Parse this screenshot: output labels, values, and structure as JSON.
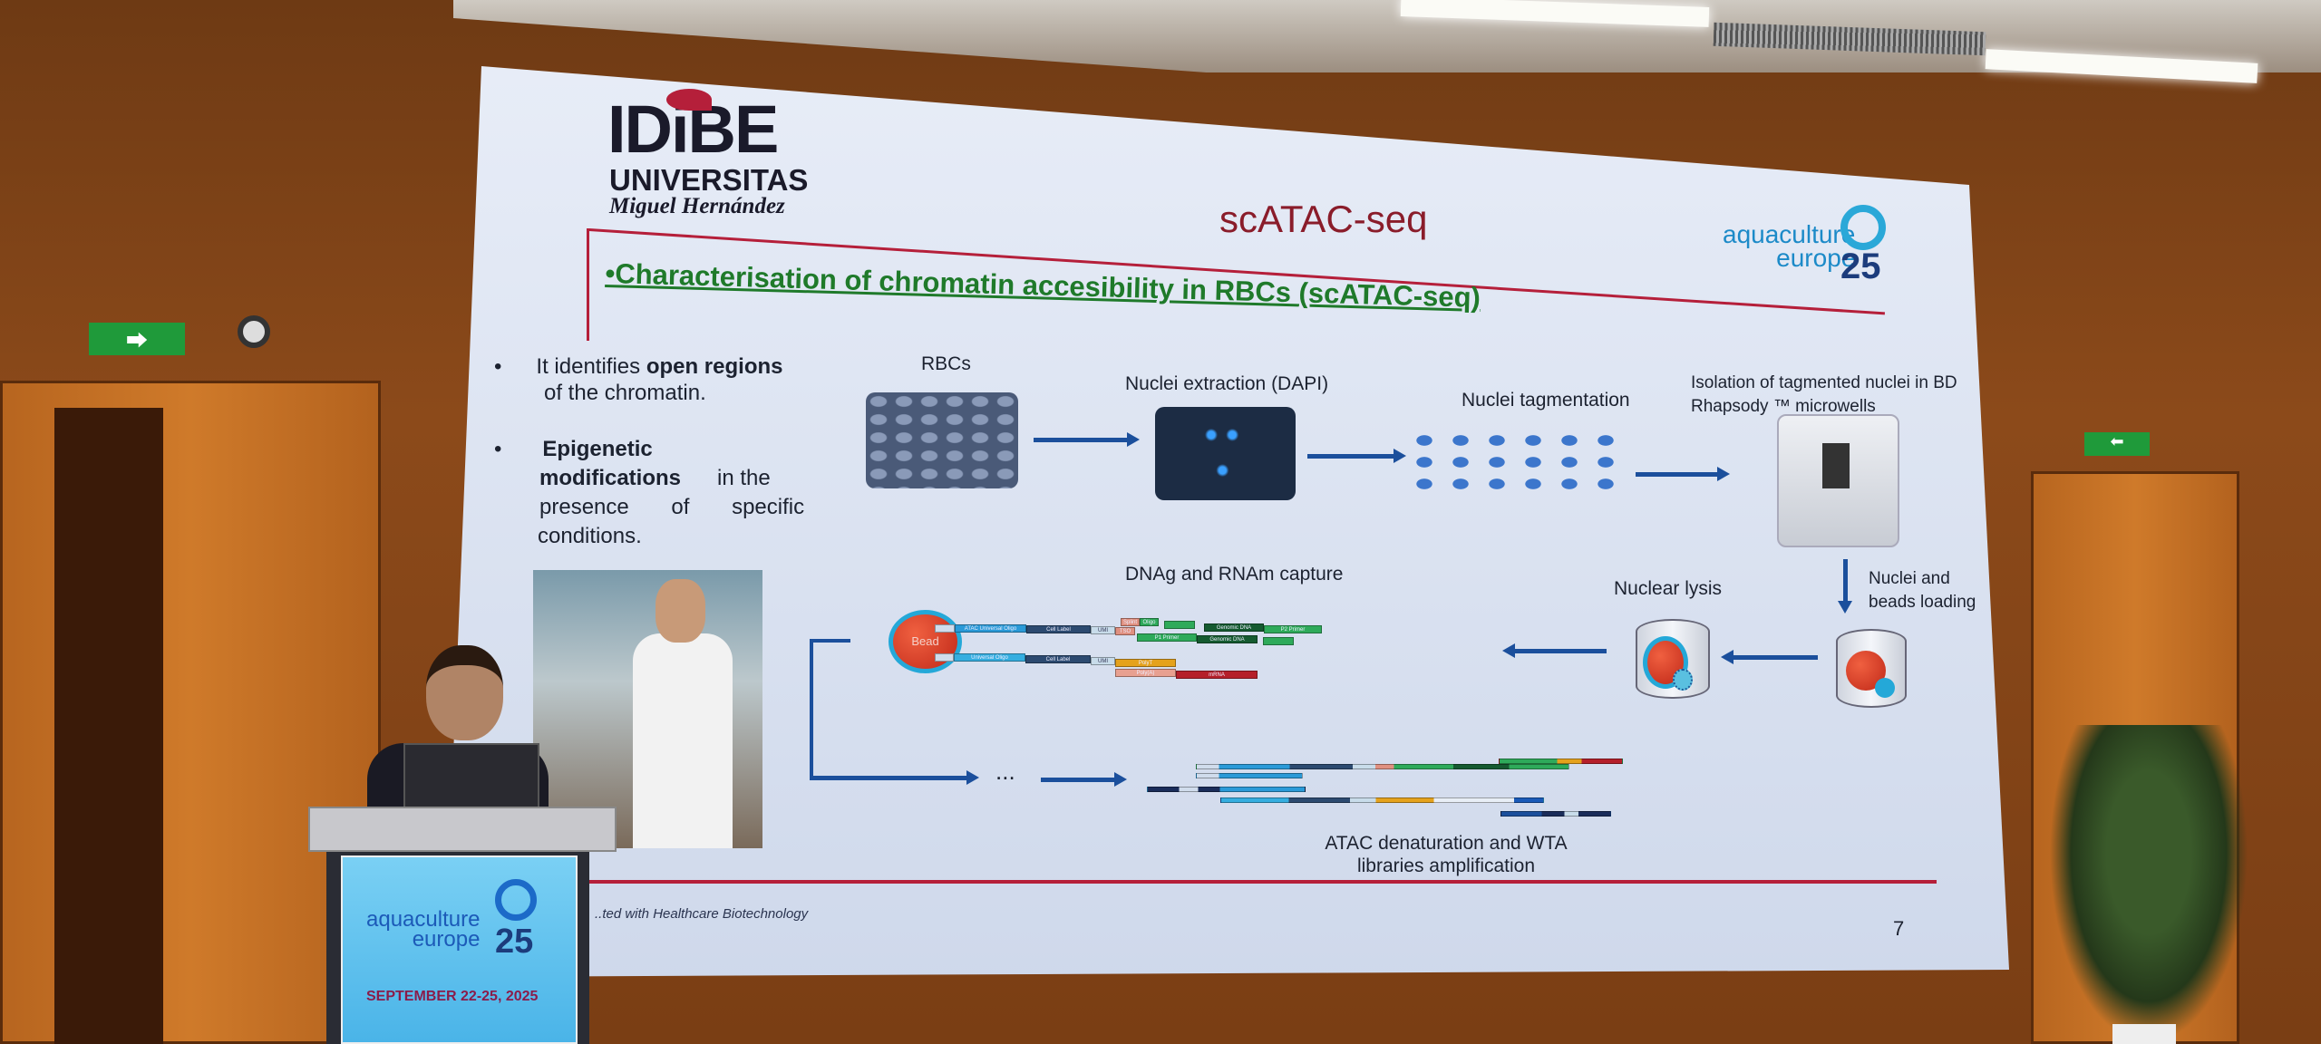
{
  "slide": {
    "logo_left": {
      "name": "IDiBE",
      "line2": "UNIVERSITAS",
      "line3": "Miguel Hernández"
    },
    "title": "scATAC-seq",
    "logo_right": {
      "line1": "aquaculture",
      "line2": "europe",
      "number": "25"
    },
    "heading": "•Characterisation of chromatin accesibility in RBCs (scATAC-seq)",
    "bullets": [
      {
        "lines": [
          "It identifies ",
          "open regions",
          "of the chromatin."
        ]
      },
      {
        "lines": [
          "Epigenetic",
          "modifications",
          "in the",
          "presence of specific",
          "conditions."
        ]
      }
    ],
    "workflow": {
      "step1": "RBCs",
      "step2": "Nuclei extraction (DAPI)",
      "step3": "Nuclei tagmentation",
      "step4_line1": "Isolation of tagmented nuclei in BD",
      "step4_line2": "Rhapsody ™  microwells",
      "step5_line1": "Nuclei and",
      "step5_line2": "beads loading",
      "step6": "Nuclear lysis",
      "step7": "DNAg and RNAm capture",
      "step8_line1": "ATAC denaturation and WTA",
      "step8_line2": "libraries amplification",
      "ellipsis": "...",
      "bead_label": "Bead",
      "bar_labels": {
        "atac_oligo": "ATAC Universal Oligo",
        "cell_label": "Cell Label",
        "umi": "UMI",
        "tso": "TSO",
        "splint": "Splint",
        "oligo": "Oligo",
        "genomic_dna": "Genomic DNA",
        "p1": "P1 Primer",
        "p2": "P2 Primer",
        "universal_oligo": "Universal Oligo",
        "polyt": "PolyT",
        "polya": "Poly(A)",
        "mrna": "mRNA"
      }
    },
    "footer": "..ted with Healthcare Biotechnology",
    "page_number": "7"
  },
  "podium": {
    "line1": "aquaculture",
    "line2": "europe",
    "number": "25",
    "dates": "SEPTEMBER 22-25, 2025"
  },
  "colors": {
    "title_red": "#8a1c2a",
    "heading_green": "#1f7a2a",
    "arrow_blue": "#1b4f9c",
    "exit_green": "#1f9a3a"
  }
}
